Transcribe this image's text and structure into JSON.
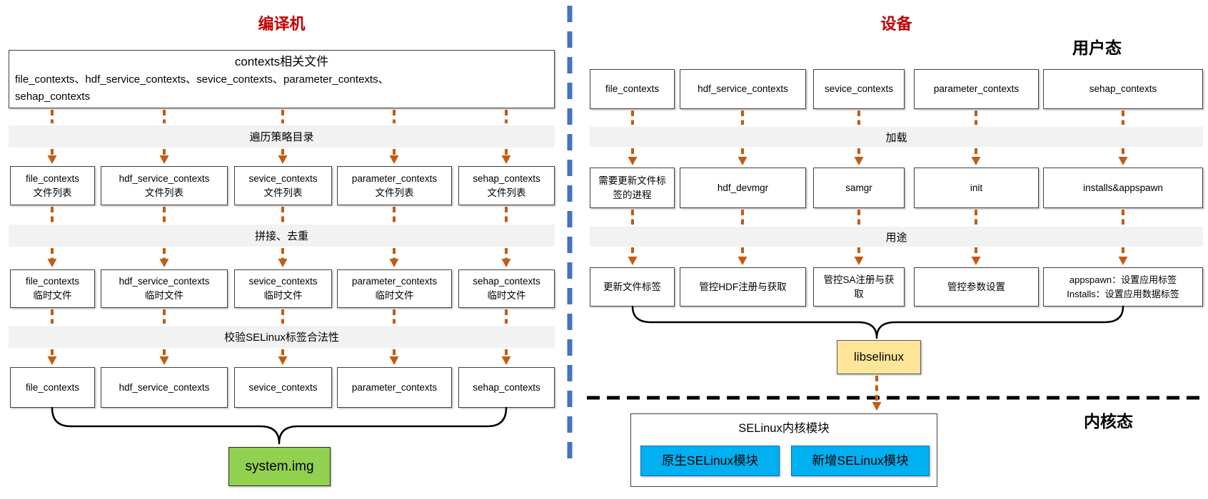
{
  "files": [
    "file_contexts",
    "hdf_service_contexts",
    "sevice_contexts",
    "parameter_contexts",
    "sehap_contexts"
  ],
  "left": {
    "title": "编译机",
    "source_box": {
      "title": "contexts相关文件",
      "line1": "file_contexts、hdf_service_contexts、sevice_contexts、parameter_contexts、",
      "line2": "sehap_contexts"
    },
    "bands": [
      "遍历策略目录",
      "拼接、去重",
      "校验SELinux标签合法性"
    ],
    "row1_suffix": "文件列表",
    "row2_suffix": "临时文件",
    "output_box": "system.img"
  },
  "right": {
    "title": "设备",
    "user_mode_label": "用户态",
    "kernel_mode_label": "内核态",
    "bands": [
      "加载",
      "用途"
    ],
    "row2": [
      "需要更新文件标签的进程",
      "hdf_devmgr",
      "samgr",
      "init",
      "installs&appspawn"
    ],
    "row3": [
      "更新文件标签",
      "管控HDF注册与获取",
      "管控SA注册与获取",
      "管控参数设置"
    ],
    "row3_last": {
      "line1": "appspawn：设置应用标签",
      "line2": "Installs：设置应用数据标签"
    },
    "lib_box": "libselinux",
    "kernel_box": {
      "title": "SELinux内核模块",
      "modules": [
        "原生SELinux模块",
        "新增SELinux模块"
      ]
    }
  },
  "colors": {
    "title_red": "#C00000",
    "arrow_orange": "#C55A11",
    "divider_blue": "#4472C4",
    "kernel_line_black": "#000000",
    "band_gray": "#F2F2F2",
    "output_green": "#92D050",
    "lib_yellow": "#FFE599",
    "module_cyan": "#00B0F0"
  }
}
